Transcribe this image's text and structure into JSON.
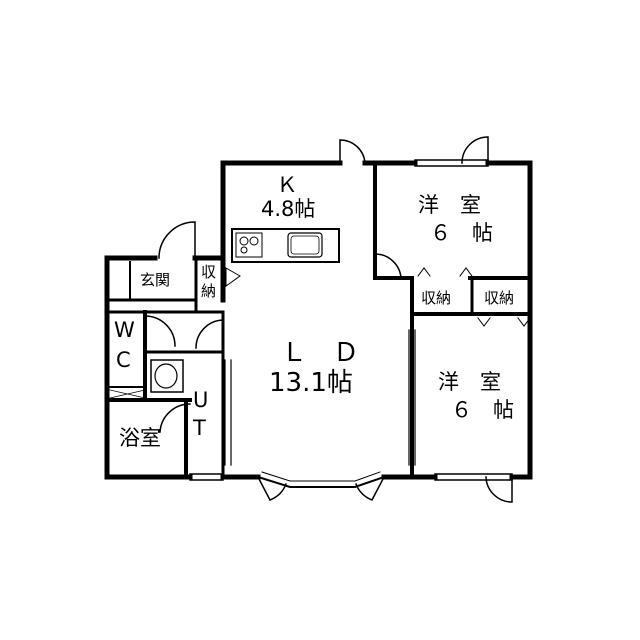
{
  "floorplan": {
    "rooms": {
      "kitchen": {
        "name": "Ｋ",
        "size": "4.8帖"
      },
      "ld": {
        "name": "Ｌ　Ｄ",
        "size": "13.1帖"
      },
      "western_upper": {
        "name": "洋　室",
        "size": "６　帖"
      },
      "western_lower": {
        "name": "洋　室",
        "size": "６　帖"
      },
      "entrance": {
        "name": "玄関"
      },
      "storage_entrance": {
        "line1": "収",
        "line2": "納"
      },
      "storage_middle": {
        "name": "収納"
      },
      "storage_right": {
        "name": "収納"
      },
      "wc": {
        "line1": "W",
        "line2": "C"
      },
      "ut": {
        "line1": "U",
        "line2": "T"
      },
      "bath": {
        "name": "浴室"
      }
    },
    "colors": {
      "wall": "#000000",
      "background": "#ffffff"
    }
  }
}
